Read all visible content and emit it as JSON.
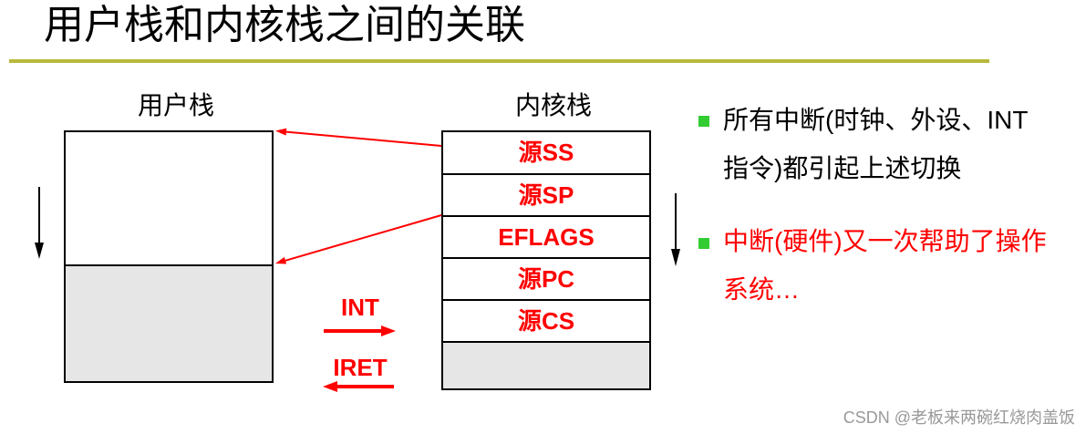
{
  "title": "用户栈和内核栈之间的关联",
  "colors": {
    "title_rule": "#b7b93b",
    "accent_red": "#ff0000",
    "bullet_green": "#33cc33",
    "stack_fill_gray": "#e6e6e6",
    "text": "#000000",
    "watermark": "#999999"
  },
  "user_stack": {
    "label": "用户栈",
    "growth_icon": "arrow-down-icon"
  },
  "kernel_stack": {
    "label": "内核栈",
    "frames": [
      "源SS",
      "源SP",
      "EFLAGS",
      "源PC",
      "源CS"
    ],
    "growth_icon": "arrow-down-icon"
  },
  "transitions": {
    "int": {
      "label": "INT",
      "icon": "arrow-right-icon"
    },
    "iret": {
      "label": "IRET",
      "icon": "arrow-left-icon"
    }
  },
  "bullets": [
    {
      "icon": "square-bullet-icon",
      "text_color": "#000000",
      "lines": [
        "所有中断(时钟、外设、INT",
        "指令)都引起上述切换"
      ]
    },
    {
      "icon": "square-bullet-icon",
      "text_color": "#ff0000",
      "lines": [
        "中断(硬件)又一次帮助了操作",
        "系统…"
      ]
    }
  ],
  "watermark": "CSDN @老板来两碗红烧肉盖饭"
}
